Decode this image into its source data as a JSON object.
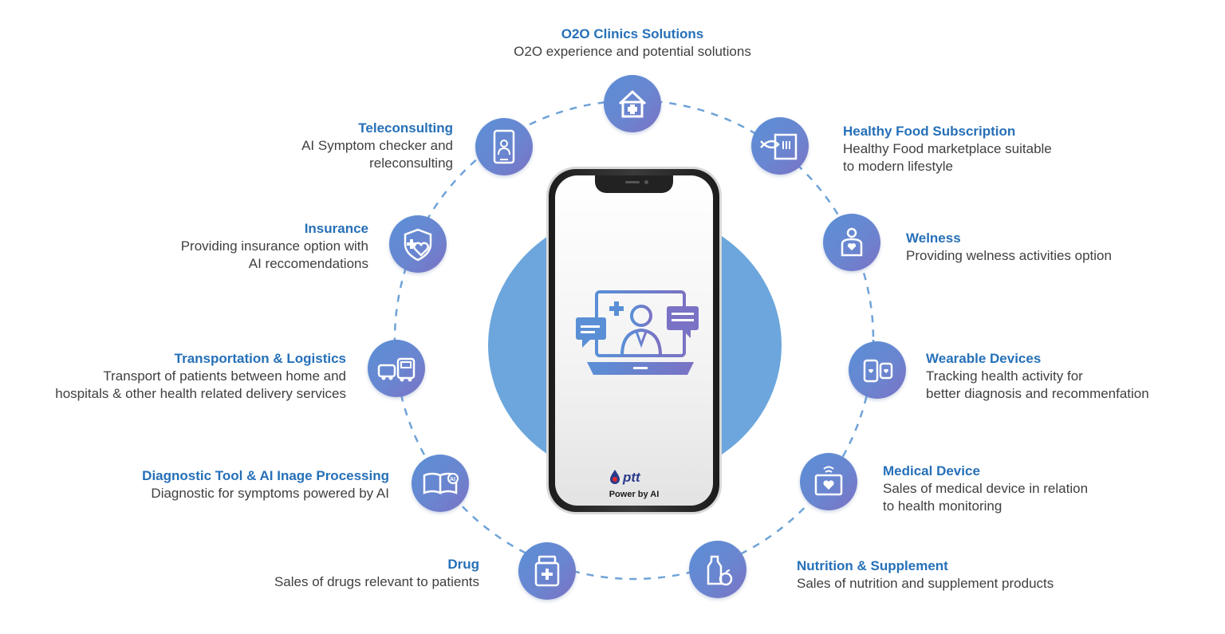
{
  "center": {
    "logo_text": "ptt",
    "power_label": "Power by AI"
  },
  "nodes": [
    {
      "key": "o2o",
      "icon": "house-medical-icon",
      "title": "O2O Clinics Solutions",
      "desc": "O2O experience and potential solutions"
    },
    {
      "key": "food",
      "icon": "fish-menu-icon",
      "title": "Healthy Food Subscription",
      "desc": "Healthy Food marketplace suitable\nto modern lifestyle"
    },
    {
      "key": "welness",
      "icon": "person-heart-icon",
      "title": "Welness",
      "desc": "Providing welness activities option"
    },
    {
      "key": "wearable",
      "icon": "smartwatch-icon",
      "title": "Wearable Devices",
      "desc": "Tracking health activity for\nbetter diagnosis and recommenfation"
    },
    {
      "key": "medical",
      "icon": "heart-monitor-icon",
      "title": "Medical Device",
      "desc": "Sales of medical device in relation\nto health monitoring"
    },
    {
      "key": "nutrition",
      "icon": "bottle-apple-icon",
      "title": "Nutrition & Supplement",
      "desc": "Sales of nutrition and supplement products"
    },
    {
      "key": "drug",
      "icon": "pill-bottle-icon",
      "title": "Drug",
      "desc": "Sales of drugs relevant to patients"
    },
    {
      "key": "diagnostic",
      "icon": "book-ai-icon",
      "title": "Diagnostic Tool & AI Inage Processing",
      "desc": "Diagnostic  for symptoms powered by AI"
    },
    {
      "key": "transport",
      "icon": "vehicles-icon",
      "title": "Transportation & Logistics",
      "desc": "Transport of patients between home and\nhospitals & other health related delivery services"
    },
    {
      "key": "insurance",
      "icon": "shield-heart-icon",
      "title": "Insurance",
      "desc": "Providing insurance option with \nAI reccomendations"
    },
    {
      "key": "tele",
      "icon": "phone-doctor-icon",
      "title": "Teleconsulting",
      "desc": "AI Symptom checker and\nreleconsulting"
    }
  ],
  "colors": {
    "title": "#2670b8",
    "text": "#3f3f3f",
    "circle": "#6ca6dc",
    "ring": "#6fa3d8",
    "node": "#6a86d0"
  }
}
